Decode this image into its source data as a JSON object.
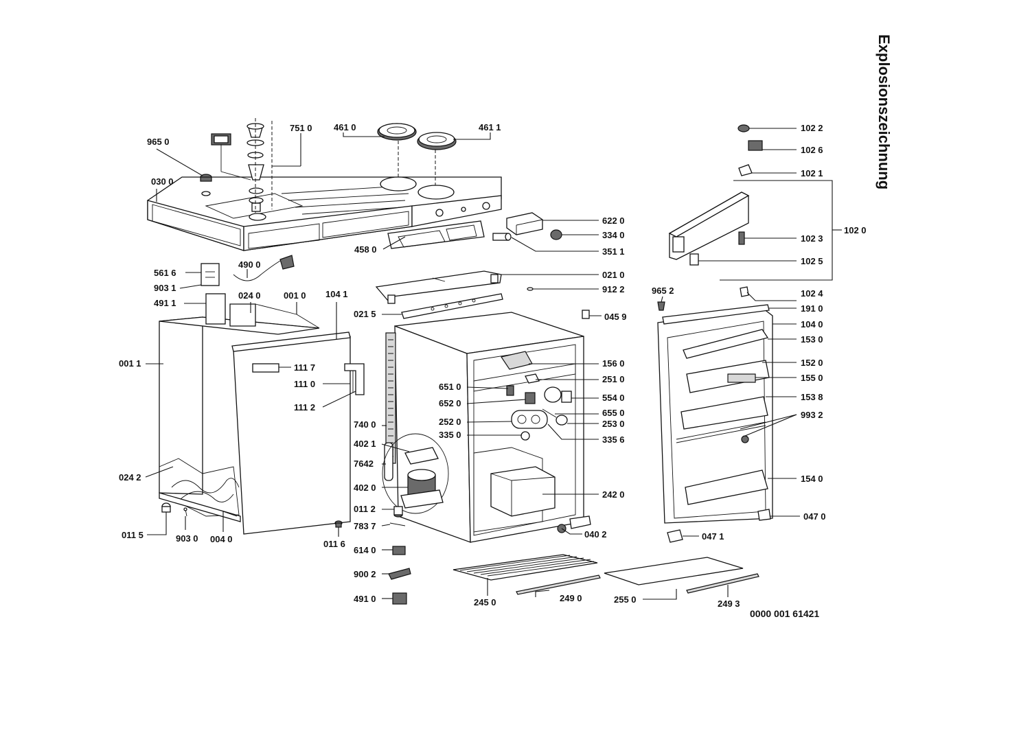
{
  "title": "Explosionszeichnung",
  "document_number": "0000 001 61421",
  "labels": {
    "p9650": "965 0",
    "p0300": "030 0",
    "p7510": "751 0",
    "p4610": "461 0",
    "p4611": "461 1",
    "p6220": "622 0",
    "p3340": "334 0",
    "p3511": "351 1",
    "p4580": "458 0",
    "p5616": "561 6",
    "p4900": "490 0",
    "p9031": "903 1",
    "p4911": "491 1",
    "p0240": "024 0",
    "p0010": "001 0",
    "p1041": "104 1",
    "p0011": "001 1",
    "p1117": "111 7",
    "p1110": "111 0",
    "p1112": "111 2",
    "p0242": "024 2",
    "p0115": "011 5",
    "p9030": "903 0",
    "p0040": "004 0",
    "p0116": "011 6",
    "p0210": "021 0",
    "p9122": "912 2",
    "p0215": "021 5",
    "p0459": "045 9",
    "p1560": "156 0",
    "p2510": "251 0",
    "p6510": "651 0",
    "p6520": "652 0",
    "p5540": "554 0",
    "p6550": "655 0",
    "p2520": "252 0",
    "p2530": "253 0",
    "p3350": "335 0",
    "p3356": "335 6",
    "p7400": "740 0",
    "p4021": "402 1",
    "p7642": "7642",
    "p4020": "402 0",
    "p2420": "242 0",
    "p0112": "011 2",
    "p7837": "783 7",
    "p0402": "040 2",
    "p6140": "614 0",
    "p9002": "900 2",
    "p4910": "491 0",
    "p2450": "245 0",
    "p2490": "249 0",
    "p2550": "255 0",
    "p2493": "249 3",
    "p1022": "102 2",
    "p1026": "102 6",
    "p1021": "102 1",
    "p1020": "102 0",
    "p1023": "102 3",
    "p1025": "102 5",
    "p1024": "102 4",
    "p9652": "965 2",
    "p1910": "191 0",
    "p1040": "104 0",
    "p1530": "153 0",
    "p1520": "152 0",
    "p1550": "155 0",
    "p1538": "153 8",
    "p9932": "993 2",
    "p1540": "154 0",
    "p0470": "047 0",
    "p0471": "047 1"
  }
}
